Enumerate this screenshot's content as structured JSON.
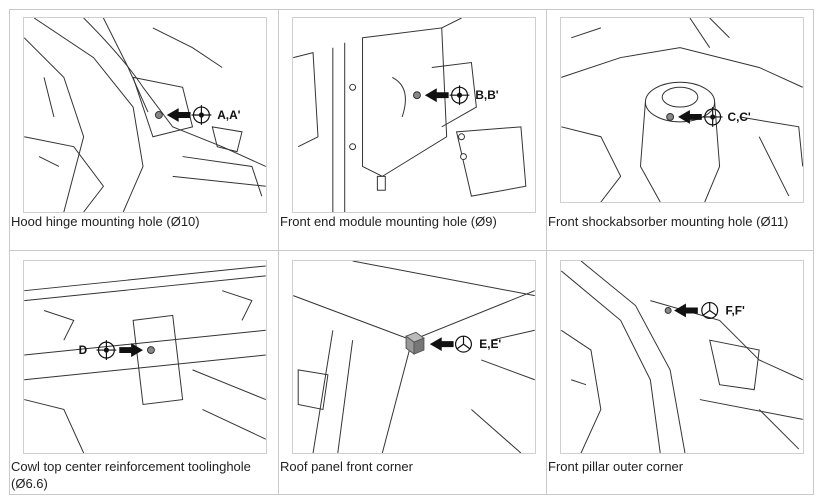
{
  "figures": [
    {
      "callout": "A,A'",
      "caption": "Hood hinge mounting hole (Ø10)"
    },
    {
      "callout": "B,B'",
      "caption": "Front end module mounting hole (Ø9)"
    },
    {
      "callout": "C,C'",
      "caption": "Front shockabsorber mounting hole (Ø11)"
    },
    {
      "callout": "D",
      "caption": "Cowl top center reinforcement toolinghole (Ø6.6)"
    },
    {
      "callout": "E,E'",
      "caption": "Roof panel front corner"
    },
    {
      "callout": "F,F'",
      "caption": "Front pillar outer corner"
    }
  ],
  "icons": {
    "hole_symbol": "crosshair-circle-icon",
    "corner_symbol": "y-circle-icon",
    "pointer": "arrow-icon"
  }
}
